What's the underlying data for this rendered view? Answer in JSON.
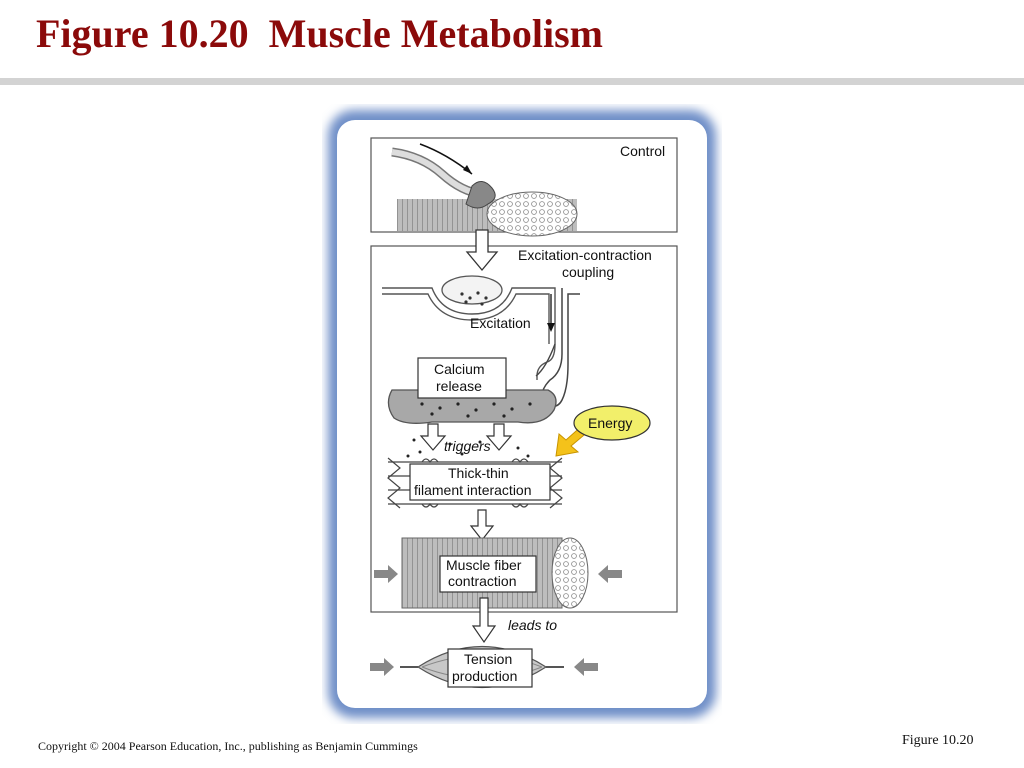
{
  "slide": {
    "title": "Figure 10.20  Muscle Metabolism",
    "copyright": "Copyright © 2004 Pearson Education, Inc., publishing as Benjamin Cummings",
    "figure_label": "Figure 10.20"
  },
  "diagram": {
    "control": "Control",
    "ec_coupling_line1": "Excitation-contraction",
    "ec_coupling_line2": "coupling",
    "excitation": "Excitation",
    "calcium_line1": "Calcium",
    "calcium_line2": "release",
    "energy": "Energy",
    "triggers": "triggers",
    "thick_thin_line1": "Thick-thin",
    "thick_thin_line2": "filament interaction",
    "fiber_line1": "Muscle fiber",
    "fiber_line2": "contraction",
    "leads_to": "leads to",
    "tension_line1": "Tension",
    "tension_line2": "production",
    "colors": {
      "title": "#8b0a0a",
      "frame_glow": "#6f8fc8",
      "energy_fill": "#f2ef6a",
      "energy_arrow": "#f4c21a"
    }
  }
}
